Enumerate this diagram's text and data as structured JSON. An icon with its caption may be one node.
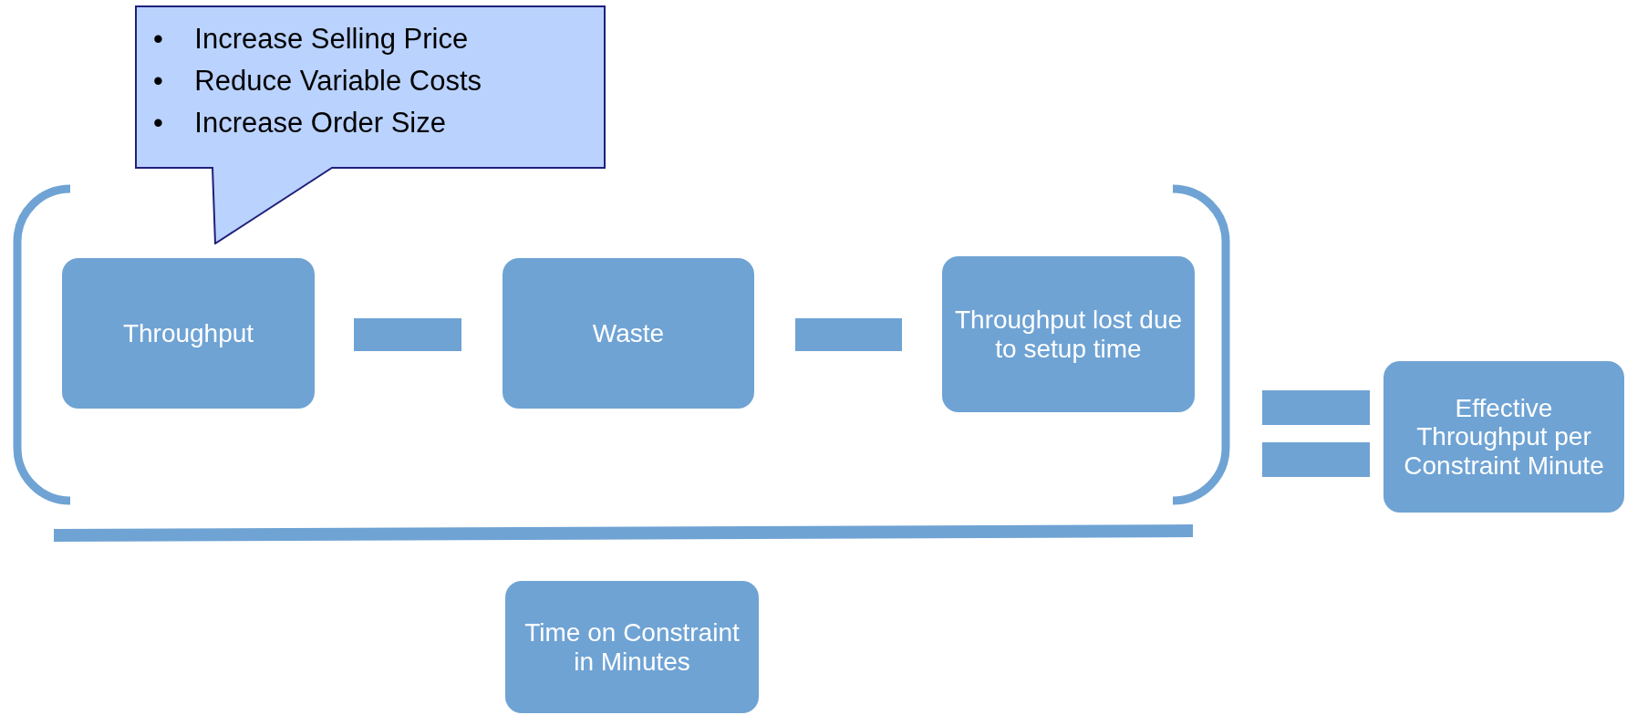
{
  "diagram": {
    "nodes": [
      {
        "text": [
          "• Increase Selling Price",
          "• Reduce Variable Costs",
          "• Increase Order Size"
        ]
      },
      {
        "text": [
          "Throughput"
        ]
      },
      {
        "text": [
          "Waste"
        ]
      },
      {
        "text": [
          "Throughput lost due to setup time"
        ]
      },
      {
        "text": [
          "Effective Throughput per Constraint Minute"
        ]
      },
      {
        "text": [
          "Time on Constraint in Minutes"
        ]
      }
    ]
  }
}
